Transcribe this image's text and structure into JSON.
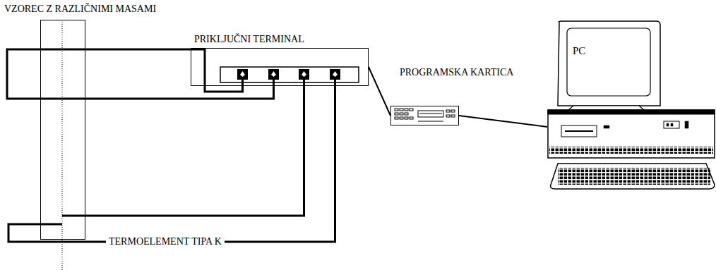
{
  "diagram": {
    "nodes": [
      {
        "text": [
          "VZOREC Z RAZLIČNIMI MASAMI"
        ]
      },
      {
        "text": [
          "PRIKLJUČNI TERMINAL"
        ]
      },
      {
        "text": [
          "PROGRAMSKA KARTICA"
        ]
      },
      {
        "text": [
          "PC"
        ]
      }
    ],
    "edges": [
      {
        "from": 0,
        "to": 1,
        "arrow": "none"
      },
      {
        "from": 0,
        "to": 1,
        "arrow": "none"
      },
      {
        "from": 0,
        "to": 1,
        "arrow": "none"
      },
      {
        "from": 0,
        "to": 1,
        "arrow": "none"
      },
      {
        "from": 1,
        "to": 2,
        "arrow": "none"
      },
      {
        "from": 2,
        "to": 3,
        "arrow": "none"
      }
    ],
    "labels": [
      "TERMOELEMENT TIPA K"
    ]
  }
}
